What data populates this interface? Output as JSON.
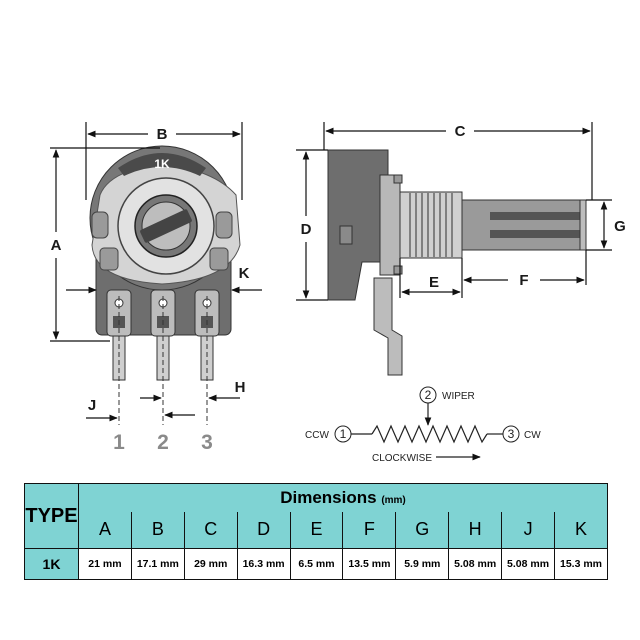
{
  "diagram": {
    "knob_marking": "1K",
    "dimension_labels": [
      "A",
      "B",
      "C",
      "D",
      "E",
      "F",
      "G",
      "H",
      "J",
      "K"
    ],
    "pins": [
      "1",
      "2",
      "3"
    ],
    "schematic": {
      "ccw_label": "CCW",
      "cw_label": "CW",
      "wiper_label": "WIPER",
      "clockwise_label": "CLOCKWISE",
      "terminal_numbers": [
        "1",
        "2",
        "3"
      ]
    }
  },
  "table": {
    "type_header": "TYPE",
    "dimensions_title": "Dimensions",
    "dimensions_unit": "(mm)",
    "columns": [
      "A",
      "B",
      "C",
      "D",
      "E",
      "F",
      "G",
      "H",
      "J",
      "K"
    ],
    "rows": [
      {
        "type": "1K",
        "values": [
          "21 mm",
          "17.1 mm",
          "29 mm",
          "16.3 mm",
          "6.5 mm",
          "13.5 mm",
          "5.9 mm",
          "5.08 mm",
          "5.08 mm",
          "15.3 mm"
        ]
      }
    ]
  },
  "colors": {
    "table_header": "#7fd3d3",
    "body_dark": "#6e6e6e",
    "body_light": "#cfcfcf"
  }
}
